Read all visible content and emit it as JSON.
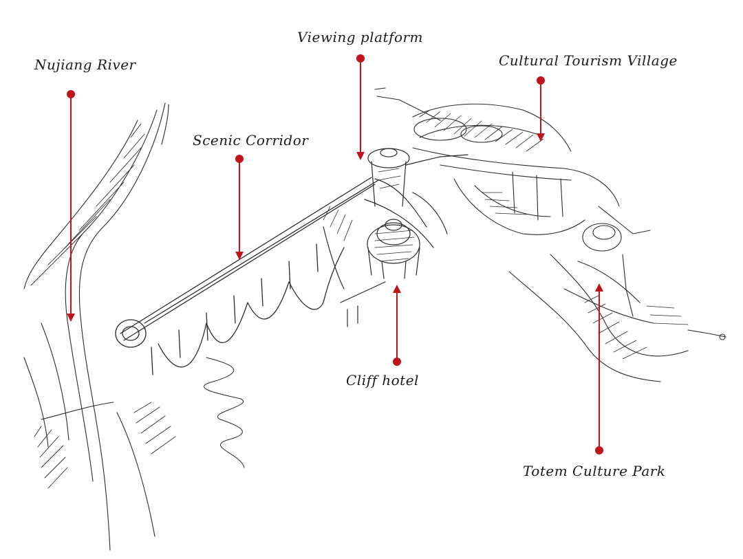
{
  "annotations": [
    {
      "id": "nujiang-river",
      "label": "Nujiang River"
    },
    {
      "id": "viewing-platform",
      "label": "Viewing platform"
    },
    {
      "id": "cultural-tourism-village",
      "label": "Cultural Tourism Village"
    },
    {
      "id": "scenic-corridor",
      "label": "Scenic Corridor"
    },
    {
      "id": "cliff-hotel",
      "label": "Cliff hotel"
    },
    {
      "id": "totem-culture-park",
      "label": "Totem Culture Park"
    }
  ],
  "colors": {
    "leader_line": "#c0141c",
    "sketch_ink": "#222222",
    "background": "#ffffff"
  }
}
